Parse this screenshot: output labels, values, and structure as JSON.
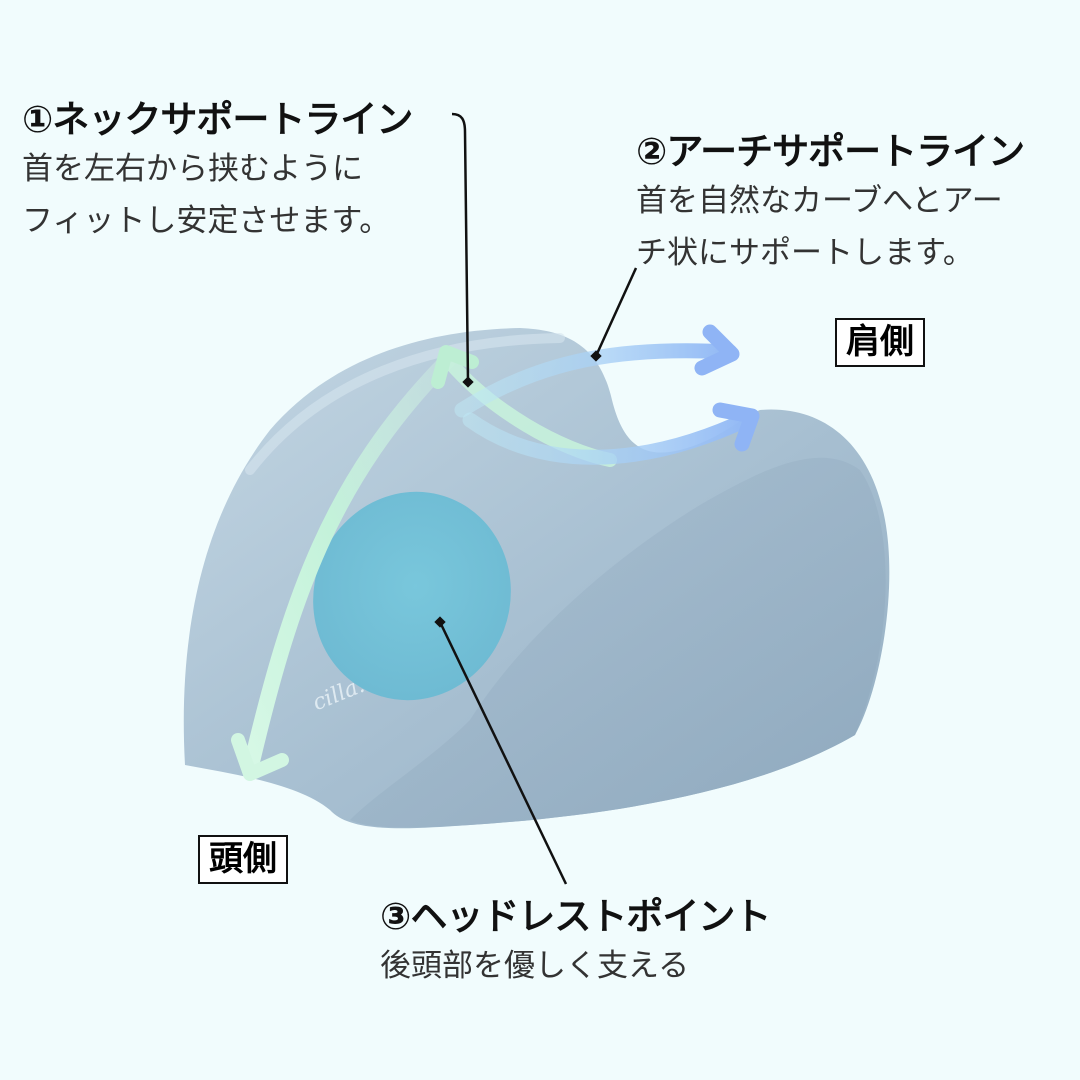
{
  "annotations": [
    {
      "id": "neck-support-line",
      "title": "①ネックサポートライン",
      "description": [
        "首を左右から挟むように",
        "フィットし安定させます。"
      ]
    },
    {
      "id": "arch-support-line",
      "title": "②アーチサポートライン",
      "description": [
        "首を自然なカーブへとアー",
        "チ状にサポートします。"
      ]
    },
    {
      "id": "headrest-point",
      "title": "③ヘッドレストポイント",
      "description": [
        "後頭部を優しく支える"
      ]
    }
  ],
  "side_labels": {
    "shoulder_side": "肩側",
    "head_side": "頭側"
  },
  "product": {
    "brand_mark": "cilla.",
    "colors": {
      "background": "#f1fcfd",
      "pillow_body": "#a9c1d3",
      "pillow_side": "#9db4c6",
      "headrest_spot": "#6fc3d9",
      "neck_arrow": "#c9f3dc",
      "arch_arrow": "#9ec3f7"
    }
  }
}
